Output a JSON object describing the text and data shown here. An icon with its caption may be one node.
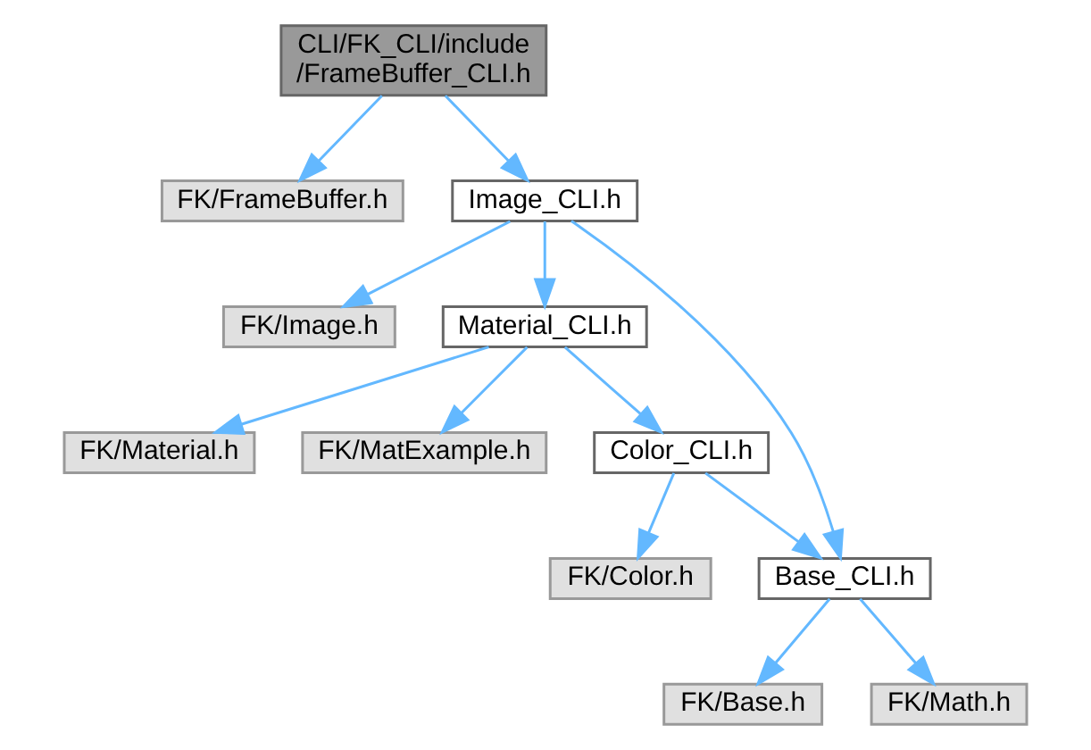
{
  "diagram": {
    "nodes": [
      {
        "text": [
          "CLI/FK_CLI/include /FrameBuffer_CLI.h"
        ]
      },
      {
        "text": [
          "FK/FrameBuffer.h"
        ]
      },
      {
        "text": [
          "Image_CLI.h"
        ]
      },
      {
        "text": [
          "FK/Image.h"
        ]
      },
      {
        "text": [
          "Material_CLI.h"
        ]
      },
      {
        "text": [
          "Base_CLI.h"
        ]
      },
      {
        "text": [
          "FK/Material.h"
        ]
      },
      {
        "text": [
          "FK/MatExample.h"
        ]
      },
      {
        "text": [
          "Color_CLI.h"
        ]
      },
      {
        "text": [
          "FK/Color.h"
        ]
      },
      {
        "text": [
          "FK/Base.h"
        ]
      },
      {
        "text": [
          "FK/Math.h"
        ]
      }
    ],
    "edges": [
      {
        "from": 0,
        "to": 1,
        "arrow": "to"
      },
      {
        "from": 0,
        "to": 2,
        "arrow": "to"
      },
      {
        "from": 2,
        "to": 3,
        "arrow": "to"
      },
      {
        "from": 2,
        "to": 4,
        "arrow": "to"
      },
      {
        "from": 2,
        "to": 5,
        "arrow": "to"
      },
      {
        "from": 4,
        "to": 6,
        "arrow": "to"
      },
      {
        "from": 4,
        "to": 7,
        "arrow": "to"
      },
      {
        "from": 4,
        "to": 8,
        "arrow": "to"
      },
      {
        "from": 8,
        "to": 5,
        "arrow": "to"
      },
      {
        "from": 8,
        "to": 9,
        "arrow": "to"
      },
      {
        "from": 5,
        "to": 10,
        "arrow": "to"
      },
      {
        "from": 5,
        "to": 11,
        "arrow": "to"
      }
    ]
  }
}
